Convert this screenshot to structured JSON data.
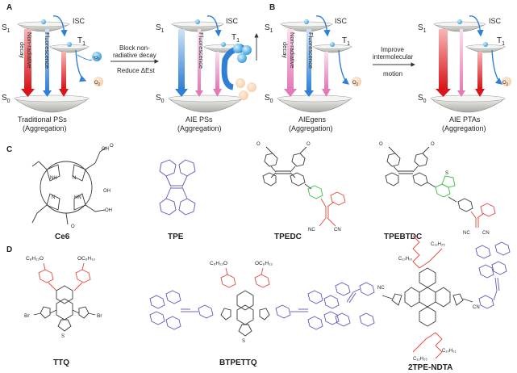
{
  "panels": {
    "A": "A",
    "B": "B",
    "C": "C",
    "D": "D"
  },
  "levels": {
    "s1": "S",
    "s1_sub": "1",
    "t1": "T",
    "t1_sub": "1",
    "s0": "S",
    "s0_sub": "0"
  },
  "energy_labels": {
    "isc": "ISC",
    "nonrad": "Non-radiative decay",
    "nonrad_l1": "Non-radiative",
    "nonrad_l2": "decay",
    "fluor": "Fluorescence",
    "o2": "O",
    "o2_sub": "2",
    "singlet_o2": "¹O₂"
  },
  "panel_a": {
    "left_title": "Traditional PSs",
    "left_sub": "(Aggregation)",
    "arrow_l1": "Block non-",
    "arrow_l2": "radiative decay",
    "arrow_l3": "Reduce ΔEst",
    "right_title": "AIE PSs",
    "right_sub": "(Aggregation)"
  },
  "panel_b": {
    "left_title": "AIEgens",
    "left_sub": "(Aggregation)",
    "arrow_l1": "Improve",
    "arrow_l2": "intermolecular",
    "arrow_l3": "motion",
    "right_title": "AIE PTAs",
    "right_sub": "(Aggregation)"
  },
  "molecules_c": {
    "ce6": "Ce6",
    "tpe": "TPE",
    "tpedc": "TPEDC",
    "tpebtdc": "TPEBTDC",
    "nh": "NH",
    "hn": "HN",
    "n": "N",
    "oh": "OH",
    "o": "O",
    "nc": "NC",
    "cn": "CN",
    "s": "S"
  },
  "molecules_d": {
    "ttq": "TTQ",
    "btpettq": "BTPETTQ",
    "ndta": "2TPE-NDTA",
    "c6h13o": "C₆H₁₃O",
    "oc6h13": "OC₆H₁₃",
    "br": "Br",
    "c10h21": "C₁₀H₂₁",
    "c12h25": "C₁₂H₂₅",
    "n": "N",
    "s": "S",
    "o": "O",
    "nc": "NC",
    "cn": "CN"
  }
}
